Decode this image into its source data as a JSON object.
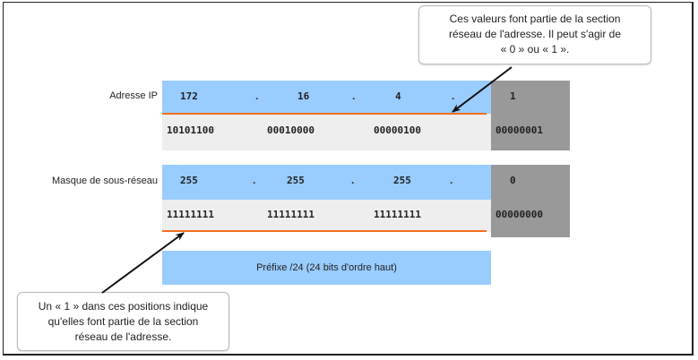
{
  "ip_row": {
    "label": "Adresse IP",
    "octets": [
      "172",
      "16",
      "4",
      "1"
    ],
    "binary": [
      "10101100",
      "00010000",
      "00000100",
      "00000001"
    ],
    "separator": "."
  },
  "mask_row": {
    "label": "Masque de sous-réseau",
    "octets": [
      "255",
      "255",
      "255",
      "0"
    ],
    "binary": [
      "11111111",
      "11111111",
      "11111111",
      "00000000"
    ],
    "separator": "."
  },
  "prefix": {
    "text": "Préfixe /24 (24 bits d'ordre haut)"
  },
  "callouts": {
    "top": [
      "Ces valeurs font partie de la section",
      "réseau de l'adresse. Il peut s'agir de",
      "« 0 » ou « 1 »."
    ],
    "bottom": [
      "Un « 1 » dans ces positions indique",
      "qu'elles font partie de la section",
      "réseau de l'adresse."
    ]
  },
  "colors": {
    "network": "#99ccff",
    "binary_bg": "#eeeeee",
    "host": "#999999",
    "underline": "#f07020"
  }
}
